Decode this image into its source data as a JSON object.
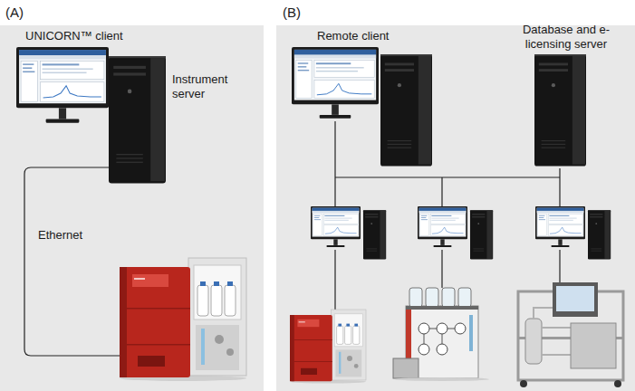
{
  "diagram": {
    "nodes": [
      {
        "text": [
          "(A)"
        ]
      },
      {
        "text": [
          "(B)"
        ]
      }
    ],
    "labels": [
      "UNICORN™ client",
      "Instrument server",
      "Ethernet",
      "Remote client",
      "Database and e-licensing server"
    ]
  }
}
